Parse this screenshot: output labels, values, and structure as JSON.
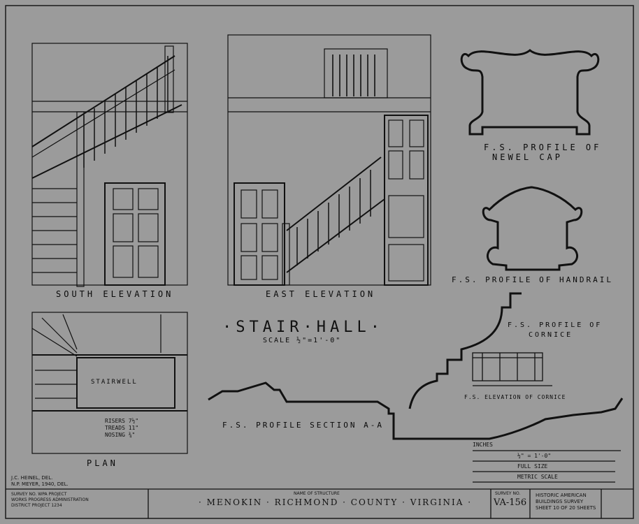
{
  "sheet": {
    "title": "·STAIR·HALL·",
    "scale": "SCALE ½\"=1'-0\"",
    "colors": {
      "paper": "#9b9b9b",
      "ink": "#111111"
    }
  },
  "views": {
    "south_elevation": "SOUTH ELEVATION",
    "east_elevation": "EAST ELEVATION",
    "plan": "PLAN",
    "stairwell": "STAIRWELL",
    "plan_dims": [
      "RISERS 7½\"",
      "TREADS 11\"",
      "NOSING ¾\""
    ]
  },
  "profiles": {
    "newel_cap": [
      "F.S. PROFILE OF",
      "NEWEL CAP"
    ],
    "handrail": "F.S. PROFILE OF HANDRAIL",
    "cornice": [
      "F.S. PROFILE OF",
      "CORNICE"
    ],
    "cornice_elevation": "F.S. ELEVATION OF CORNICE",
    "section": "F.S. PROFILE SECTION A-A"
  },
  "scales": {
    "inches": "INCHES",
    "half_inch": "½\" = 1'-0\"",
    "full": "FULL SIZE",
    "metric": "METRIC SCALE"
  },
  "title_block": {
    "delineator": [
      "J.C. HEINEL, DEL.",
      "N.P. MEYER, 1940, DEL."
    ],
    "agency": [
      "SURVEY NO. WPA PROJECT",
      "WORKS PROGRESS ADMINISTRATION",
      "DISTRICT PROJECT 1234"
    ],
    "name_caption": "NAME OF STRUCTURE",
    "name": "· MENOKIN · RICHMOND · COUNTY · VIRGINIA ·",
    "survey_no": "VA-156",
    "survey_label": "SURVEY NO.",
    "habs": [
      "HISTORIC AMERICAN",
      "BUILDINGS SURVEY",
      "SHEET 10 OF 20 SHEETS"
    ]
  }
}
